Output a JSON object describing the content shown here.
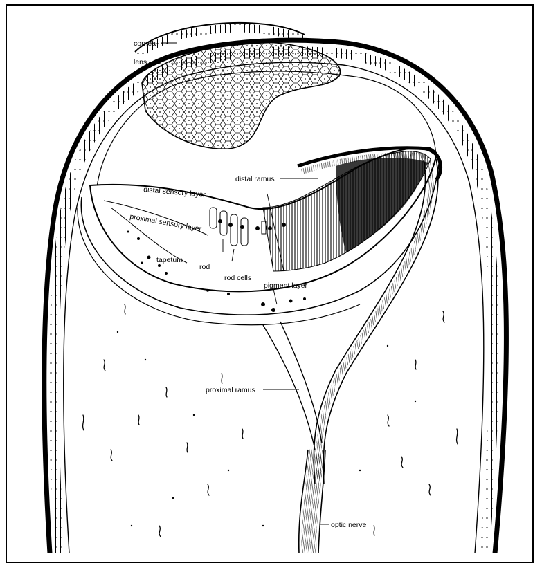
{
  "figure": {
    "labels": {
      "cornea": "cornea",
      "lens": "lens",
      "distal_ramus": "distal ramus",
      "distal_sensory_layer": "distal sensory layer",
      "proximal_sensory_layer": "proximal sensory layer",
      "tapetum": "tapetum",
      "rod": "rod",
      "rod_cells": "rod cells",
      "pigment_layer": "pigment layer",
      "proximal_ramus": "proximal ramus",
      "optic_nerve": "optic nerve"
    },
    "colors": {
      "ink": "#000000",
      "paper": "#ffffff"
    }
  }
}
